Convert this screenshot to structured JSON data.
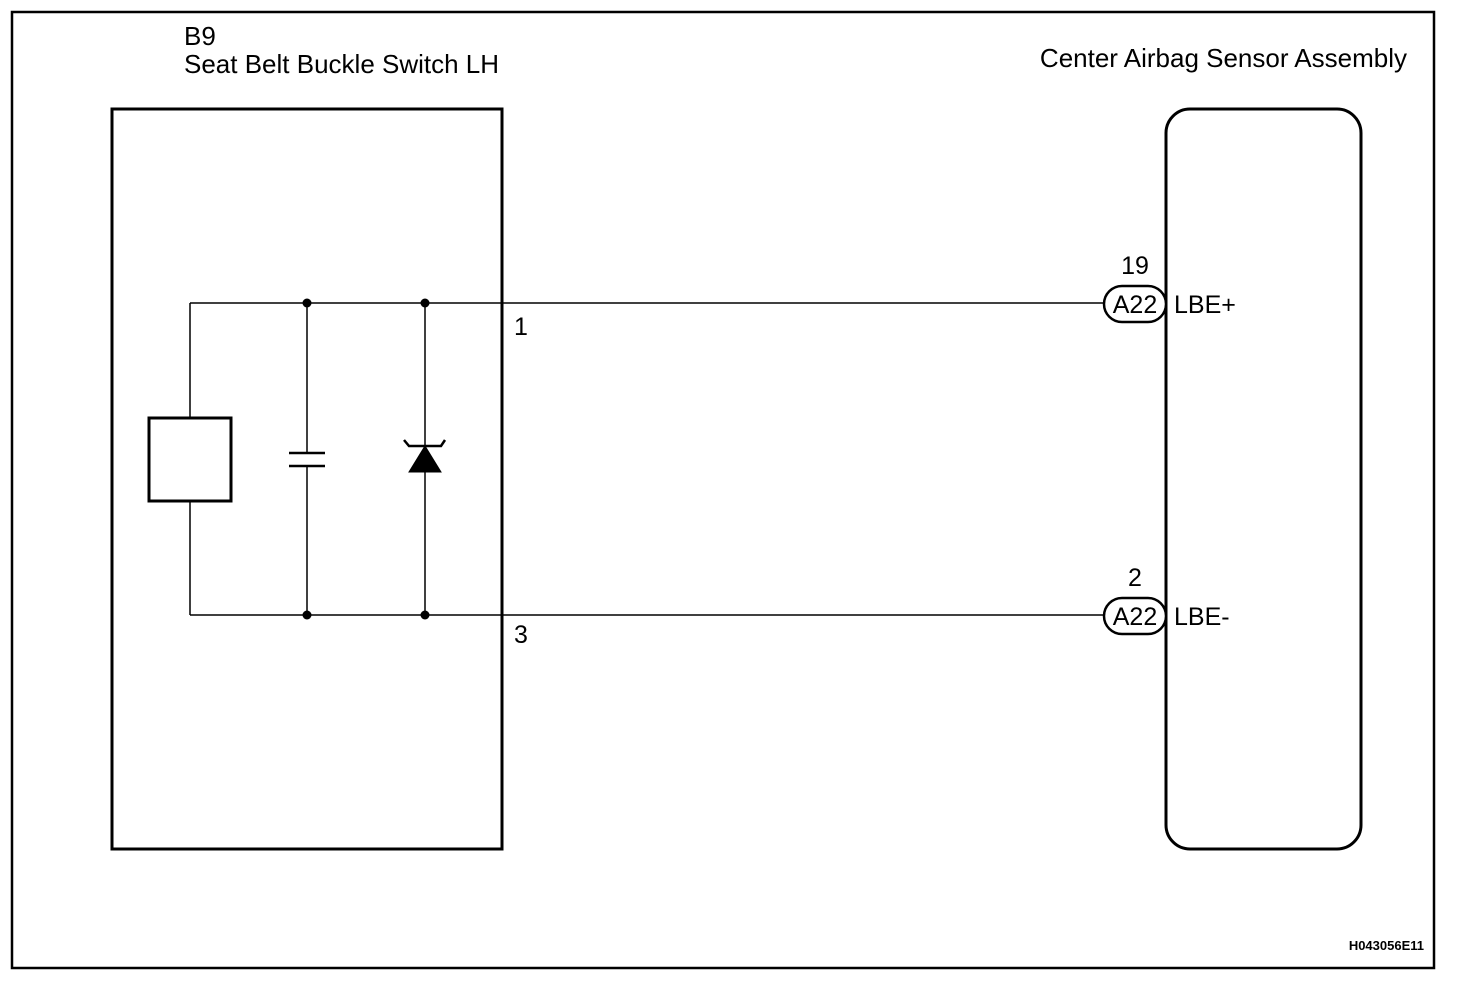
{
  "left_component": {
    "code": "B9",
    "name": "Seat Belt Buckle Switch LH",
    "pins": [
      {
        "number": "1"
      },
      {
        "number": "3"
      }
    ]
  },
  "right_component": {
    "name": "Center Airbag Sensor Assembly",
    "terminals": [
      {
        "pin": "19",
        "connector": "A22",
        "signal": "LBE+"
      },
      {
        "pin": "2",
        "connector": "A22",
        "signal": "LBE-"
      }
    ]
  },
  "figure_id": "H043056E11"
}
